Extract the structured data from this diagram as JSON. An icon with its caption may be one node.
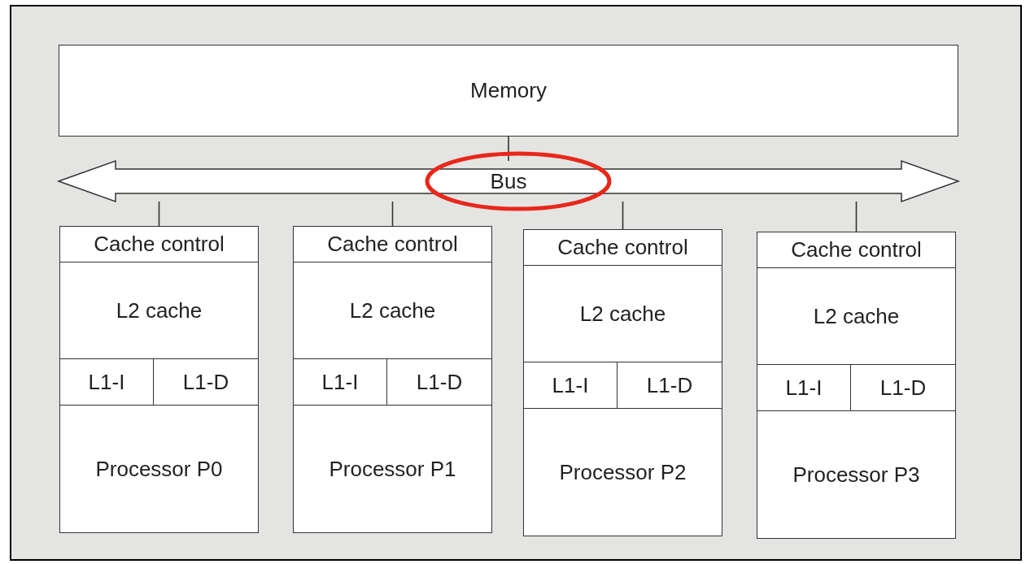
{
  "diagram": {
    "nodes": [
      {
        "text": [
          "Memory"
        ]
      },
      {
        "text": [
          "Bus"
        ]
      },
      {
        "text": [
          "Cache control"
        ]
      },
      {
        "text": [
          "L2 cache"
        ]
      },
      {
        "text": [
          "L1-I"
        ]
      },
      {
        "text": [
          "L1-D"
        ]
      },
      {
        "text": [
          "Processor P0"
        ]
      },
      {
        "text": [
          "Cache control"
        ]
      },
      {
        "text": [
          "L2 cache"
        ]
      },
      {
        "text": [
          "L1-I"
        ]
      },
      {
        "text": [
          "L1-D"
        ]
      },
      {
        "text": [
          "Processor P1"
        ]
      },
      {
        "text": [
          "Cache control"
        ]
      },
      {
        "text": [
          "L2 cache"
        ]
      },
      {
        "text": [
          "L1-I"
        ]
      },
      {
        "text": [
          "L1-D"
        ]
      },
      {
        "text": [
          "Processor P2"
        ]
      },
      {
        "text": [
          "Cache control"
        ]
      },
      {
        "text": [
          "L2 cache"
        ]
      },
      {
        "text": [
          "L1-I"
        ]
      },
      {
        "text": [
          "L1-D"
        ]
      },
      {
        "text": [
          "Processor P3"
        ]
      }
    ],
    "edges": [
      {
        "from": 0,
        "to": 1,
        "arrow": "none"
      },
      {
        "from": 1,
        "to": 2,
        "arrow": "none"
      },
      {
        "from": 1,
        "to": 7,
        "arrow": "none"
      },
      {
        "from": 1,
        "to": 12,
        "arrow": "none"
      },
      {
        "from": 1,
        "to": 17,
        "arrow": "none"
      }
    ]
  }
}
